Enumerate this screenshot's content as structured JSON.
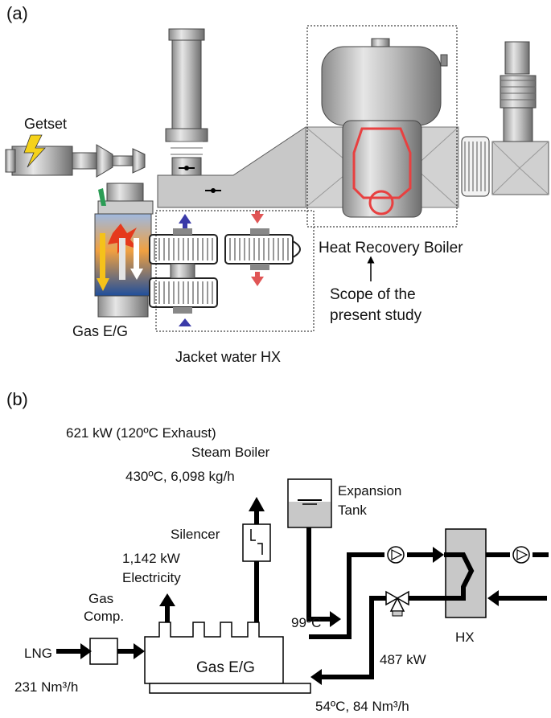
{
  "panel_a": {
    "label": "(a)",
    "getset": "Getset",
    "heat_recovery_boiler": "Heat Recovery Boiler",
    "scope_line1": "Scope of the",
    "scope_line2": "present study",
    "gas_eg": "Gas E/G",
    "jacket_water_hx": "Jacket water HX"
  },
  "panel_b": {
    "label": "(b)",
    "exhaust": "621 kW (120ºC  Exhaust)",
    "steam_boiler": "Steam Boiler",
    "steam_spec": "430ºC, 6,098 kg/h",
    "expansion_line1": "Expansion",
    "expansion_line2": "Tank",
    "silencer": "Silencer",
    "electricity_value": "1,142 kW",
    "electricity": "Electricity",
    "gas_comp_line1": "Gas",
    "gas_comp_line2": "Comp.",
    "lng": "LNG",
    "lng_flow": "231 Nm³/h",
    "gas_eg": "Gas E/G",
    "temp_99": "99ºC",
    "hx": "HX",
    "jacket_kw": "487 kW",
    "return_spec": "54ºC, 84 Nm³/h"
  },
  "colors": {
    "line": "#000000",
    "equipment_gray": "#c8c8c8",
    "scope_highlight": "#e84040",
    "arrow_blue": "#3a3aa8",
    "arrow_red": "#e05555",
    "engine_orange": "#f08a1c",
    "engine_blue": "#1f4f9c",
    "spark_yellow": "#f5d21a"
  }
}
